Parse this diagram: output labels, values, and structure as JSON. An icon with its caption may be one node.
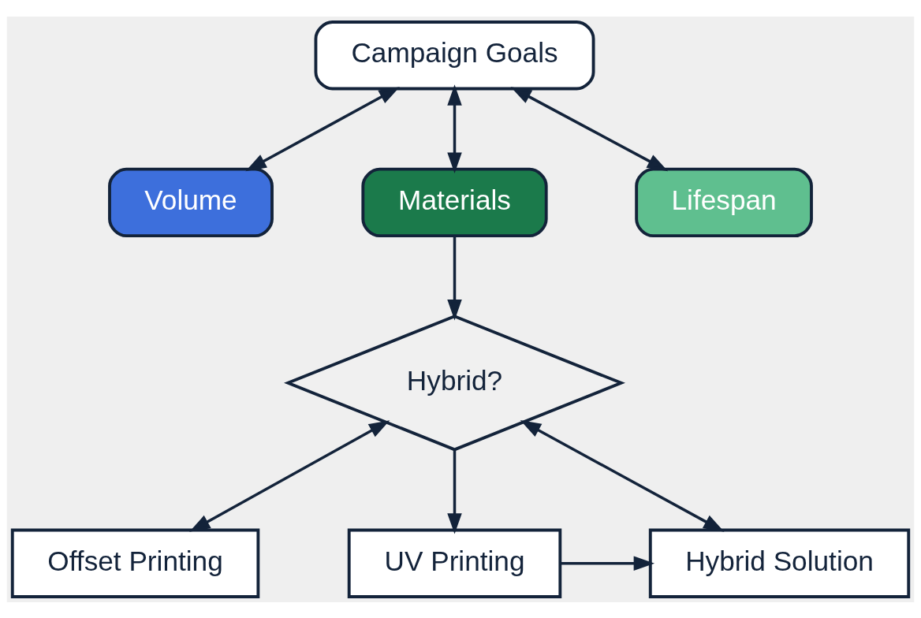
{
  "diagram": {
    "nodes": [
      {
        "text": [
          "Campaign Goals"
        ]
      },
      {
        "text": [
          "Volume"
        ]
      },
      {
        "text": [
          "Materials"
        ]
      },
      {
        "text": [
          "Lifespan"
        ]
      },
      {
        "text": [
          "Hybrid?"
        ]
      },
      {
        "text": [
          "Offset Printing"
        ]
      },
      {
        "text": [
          "UV Printing"
        ]
      },
      {
        "text": [
          "Hybrid Solution"
        ]
      }
    ],
    "edges": [
      {
        "from": 0,
        "to": 1,
        "arrow": "both"
      },
      {
        "from": 0,
        "to": 2,
        "arrow": "both"
      },
      {
        "from": 0,
        "to": 3,
        "arrow": "both"
      },
      {
        "from": 2,
        "to": 4,
        "arrow": "to"
      },
      {
        "from": 4,
        "to": 5,
        "arrow": "both"
      },
      {
        "from": 4,
        "to": 6,
        "arrow": "to"
      },
      {
        "from": 4,
        "to": 7,
        "arrow": "both"
      },
      {
        "from": 6,
        "to": 7,
        "arrow": "to"
      }
    ]
  }
}
